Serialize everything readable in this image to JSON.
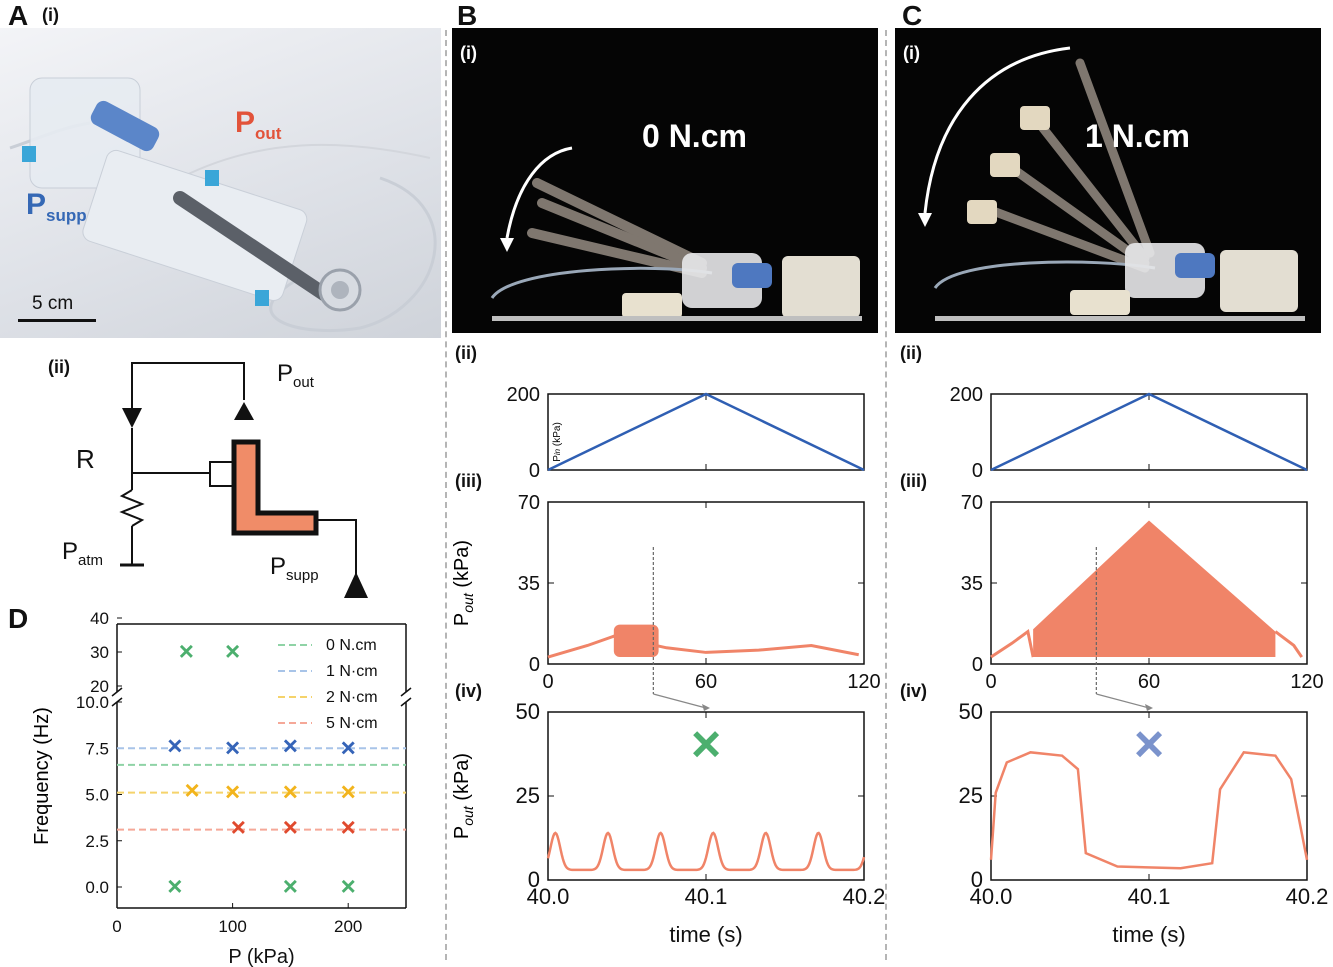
{
  "panels": {
    "A": {
      "letter": "A",
      "sub_i": "(i)",
      "sub_ii": "(ii)",
      "photo_labels": {
        "p_out": "P",
        "p_out_sub": "out",
        "p_supp": "P",
        "p_supp_sub": "supp",
        "scale": "5 cm"
      },
      "circuit_labels": {
        "p_out": "P",
        "p_out_sub": "out",
        "r": "R",
        "p_atm": "P",
        "p_atm_sub": "atm",
        "p_supp": "P",
        "p_supp_sub": "supp"
      }
    },
    "B": {
      "letter": "B",
      "sub_i": "(i)",
      "sub_ii": "(ii)",
      "sub_iii": "(iii)",
      "sub_iv": "(iv)",
      "torque": "0 N.cm"
    },
    "C": {
      "letter": "C",
      "sub_i": "(i)",
      "sub_ii": "(ii)",
      "sub_iii": "(iii)",
      "sub_iv": "(iv)",
      "torque": "1 N.cm"
    },
    "D": {
      "letter": "D"
    }
  },
  "colors": {
    "blue": "#2f5fb3",
    "salmon": "#f08468",
    "green": "#4caf6e",
    "light_blue": "#7b93cc",
    "orange_block": "#f08c68"
  },
  "chart_data": [
    {
      "id": "B-ii",
      "type": "line",
      "ylabel": "P",
      "ylabel_sub": "in",
      "ylabel_unit": " (kPa)",
      "ylim": [
        0,
        200
      ],
      "yticks": [
        0,
        200
      ],
      "xlim": [
        0,
        120
      ],
      "series": [
        {
          "x": [
            0,
            60,
            120
          ],
          "y": [
            0,
            200,
            0
          ]
        }
      ]
    },
    {
      "id": "C-ii",
      "type": "line",
      "ylim": [
        0,
        200
      ],
      "yticks": [
        0,
        200
      ],
      "xlim": [
        0,
        120
      ],
      "series": [
        {
          "x": [
            0,
            60,
            120
          ],
          "y": [
            0,
            200,
            0
          ]
        }
      ]
    },
    {
      "id": "B-iii",
      "type": "area",
      "ylabel": "P",
      "ylabel_sub": "out",
      "ylabel_unit": " (kPa)",
      "ylim": [
        0,
        70
      ],
      "yticks": [
        0,
        35,
        70
      ],
      "xlim": [
        0,
        120
      ],
      "xticks": [
        0,
        60,
        120
      ],
      "baseline": [
        [
          0,
          3
        ],
        [
          15,
          8
        ],
        [
          25,
          12
        ],
        [
          45,
          7
        ],
        [
          60,
          5
        ],
        [
          80,
          6
        ],
        [
          100,
          8
        ],
        [
          118,
          4
        ]
      ],
      "oscillation_band": {
        "x_start": 25,
        "x_end": 42,
        "low": 3,
        "high": 17
      },
      "marker_x": 40
    },
    {
      "id": "C-iii",
      "type": "area",
      "ylim": [
        0,
        70
      ],
      "yticks": [
        0,
        35,
        70
      ],
      "xlim": [
        0,
        120
      ],
      "xticks": [
        0,
        60,
        120
      ],
      "baseline": [
        [
          0,
          3
        ],
        [
          8,
          9
        ],
        [
          14,
          14
        ],
        [
          16,
          3
        ]
      ],
      "oscillation_envelope": {
        "x": [
          16,
          60,
          108
        ],
        "high": [
          15,
          62,
          14
        ],
        "low": 3
      },
      "tail": [
        [
          108,
          14
        ],
        [
          115,
          8
        ],
        [
          118,
          3
        ]
      ],
      "marker_x": 40
    },
    {
      "id": "B-iv",
      "type": "line",
      "xlabel": "time (s)",
      "ylabel": "P",
      "ylabel_sub": "out",
      "ylabel_unit": " (kPa)",
      "ylim": [
        0,
        50
      ],
      "yticks": [
        0,
        25,
        50
      ],
      "xlim": [
        40.0,
        40.2
      ],
      "xticks": [
        {
          "v": 40.0,
          "label": "40.0"
        },
        {
          "v": 40.1,
          "label": "40.1"
        },
        {
          "v": 40.2,
          "label": "40.2"
        }
      ],
      "series": [
        {
          "type": "periodic",
          "period": 0.0333,
          "low": 3,
          "high": 14
        }
      ],
      "marker": {
        "x": 40.1,
        "y": 40,
        "symbol": "×",
        "color": "#4caf6e"
      }
    },
    {
      "id": "C-iv",
      "type": "line",
      "xlabel": "time (s)",
      "ylim": [
        0,
        50
      ],
      "yticks": [
        0,
        25,
        50
      ],
      "xlim": [
        40.0,
        40.2
      ],
      "xticks": [
        {
          "v": 40.0,
          "label": "40.0"
        },
        {
          "v": 40.1,
          "label": "40.1"
        },
        {
          "v": 40.2,
          "label": "40.2"
        }
      ],
      "series": [
        {
          "x": [
            40.0,
            40.003,
            40.01,
            40.025,
            40.045,
            40.055,
            40.06,
            40.08,
            40.12,
            40.14,
            40.145,
            40.16,
            40.18,
            40.19,
            40.2
          ],
          "y": [
            6,
            26,
            35,
            38,
            37,
            33,
            8,
            4,
            3.5,
            5,
            27,
            38,
            37,
            30,
            6
          ]
        }
      ],
      "marker": {
        "x": 40.1,
        "y": 40,
        "symbol": "×",
        "color": "#7b93cc"
      }
    },
    {
      "id": "D",
      "type": "scatter",
      "xlabel": "P (kPa)",
      "ylabel": "Frequency (Hz)",
      "xlim": [
        0,
        250
      ],
      "xticks": [
        0,
        100,
        200
      ],
      "yticks": [
        {
          "v": 0.0,
          "label": "0.0"
        },
        {
          "v": 2.5,
          "label": "2.5"
        },
        {
          "v": 5.0,
          "label": "5.0"
        },
        {
          "v": 7.5,
          "label": "7.5"
        },
        {
          "v": 10.0,
          "label": "10.0"
        },
        {
          "v": 20,
          "label": "20"
        },
        {
          "v": 30,
          "label": "30"
        },
        {
          "v": 40,
          "label": "40"
        }
      ],
      "legend": [
        {
          "name": "0 N.cm",
          "color": "#8fd3a6",
          "freq": 6.6
        },
        {
          "name": "1 N·cm",
          "color": "#a8c4e8",
          "freq": 7.5
        },
        {
          "name": "2 N·cm",
          "color": "#f5d36b",
          "freq": 5.1
        },
        {
          "name": "5 N·cm",
          "color": "#f5a898",
          "freq": 3.1
        }
      ],
      "series": [
        {
          "color": "#4caf6e",
          "points": [
            [
              60,
              30
            ],
            [
              100,
              30
            ],
            [
              50,
              0
            ],
            [
              150,
              0
            ],
            [
              200,
              0
            ]
          ]
        },
        {
          "color": "#3564b8",
          "points": [
            [
              50,
              7.6
            ],
            [
              100,
              7.5
            ],
            [
              150,
              7.6
            ],
            [
              200,
              7.5
            ]
          ]
        },
        {
          "color": "#f2b41c",
          "points": [
            [
              65,
              5.2
            ],
            [
              100,
              5.1
            ],
            [
              150,
              5.1
            ],
            [
              200,
              5.1
            ]
          ]
        },
        {
          "color": "#e04a2e",
          "points": [
            [
              105,
              3.2
            ],
            [
              150,
              3.2
            ],
            [
              200,
              3.2
            ]
          ]
        }
      ]
    }
  ]
}
